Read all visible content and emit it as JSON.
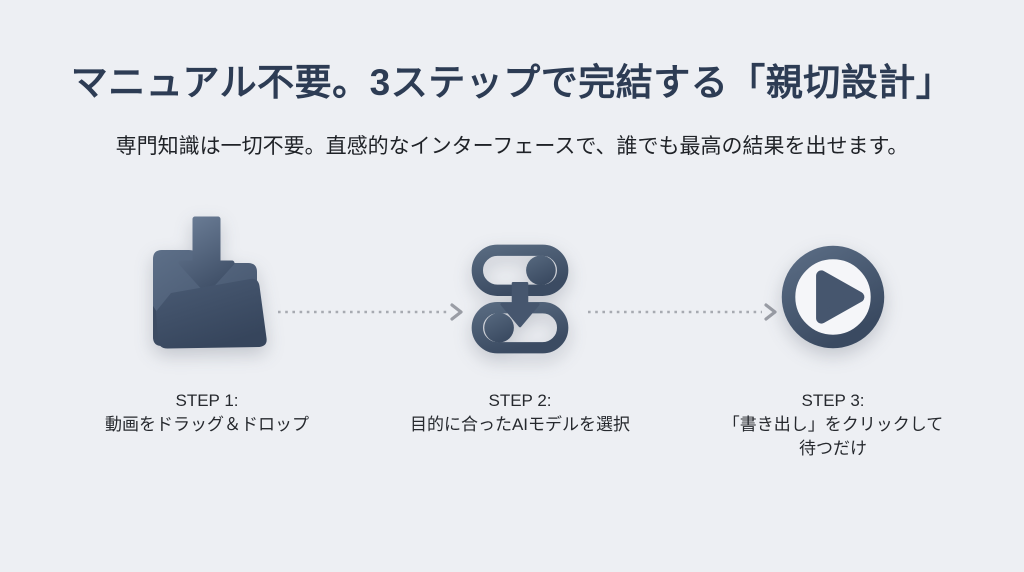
{
  "page": {
    "background_color": "#edeff3",
    "title_color": "#2d3c54",
    "text_color": "#26292e",
    "icon_color_dark": "#3b4b62",
    "icon_color_light": "#60728a",
    "arrow_dot_color": "#a7aab1"
  },
  "header": {
    "title": "マニュアル不要。3ステップで完結する「親切設計」",
    "subtitle": "専門知識は一切不要。直感的なインターフェースで、誰でも最高の結果を出せます。"
  },
  "steps": [
    {
      "label": "STEP 1:",
      "description": "動画をドラッグ＆ドロップ",
      "icon": "folder-download-icon"
    },
    {
      "label": "STEP 2:",
      "description": "目的に合ったAIモデルを選択",
      "icon": "toggle-switches-icon"
    },
    {
      "label": "STEP 3:",
      "description": "「書き出し」をクリックして\n待つだけ",
      "icon": "play-icon"
    }
  ]
}
